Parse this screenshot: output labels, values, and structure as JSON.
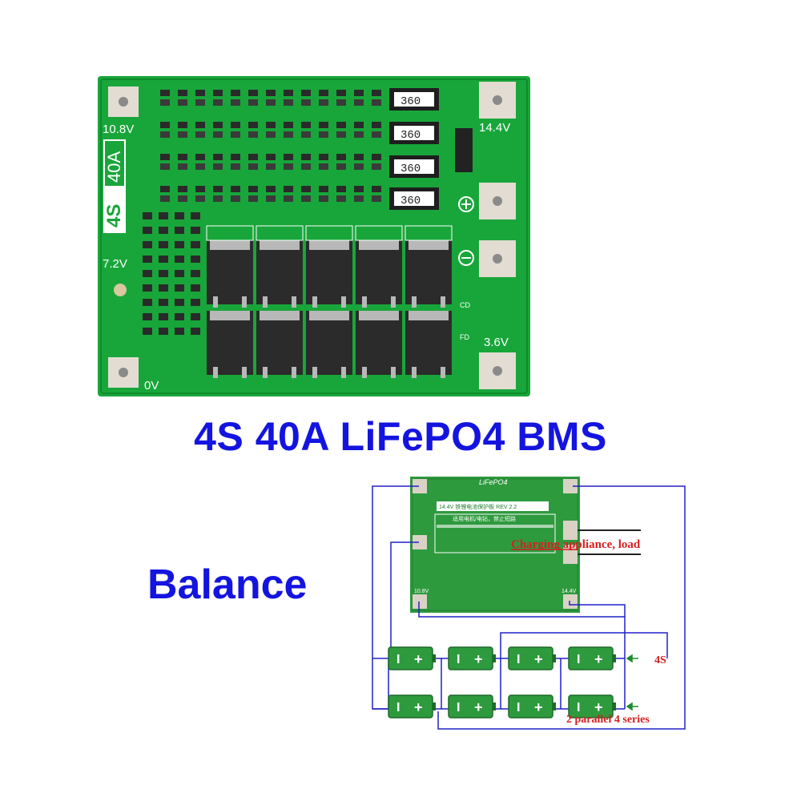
{
  "board": {
    "resistor_label": "360",
    "labels": {
      "v108": "10.8V",
      "v144": "14.4V",
      "v72": "7.2V",
      "v36": "3.6V",
      "v0": "0V",
      "cap_4s": "4S",
      "cap_40a": "40A",
      "cd": "CD",
      "fd": "FD"
    },
    "colors": {
      "pcb": "#18a63a",
      "pcb_light": "#2fc24f",
      "mosfet": "#2b2b2b",
      "pad": "#e2dcd2"
    }
  },
  "title": "4S 40A LiFePO4 BMS",
  "balance": "Balance",
  "diagram": {
    "board_name": "LiFePO4",
    "board_rev": "14.4V 铁锂电池保护板 REV 2.2",
    "board_note": "适用电机/电钻，禁止短路",
    "pad_108": "10.8V",
    "pad_144": "14.4V",
    "load_label": "Charging appliance, load",
    "series_label": "4S",
    "parallel_label": "2 parallel 4 series",
    "battery_minus": "I",
    "battery_plus": "+",
    "colors": {
      "wire": "#2020c8",
      "label": "#d42020",
      "battery": "#2e9a3e",
      "arrow": "#1e8a2e"
    }
  }
}
